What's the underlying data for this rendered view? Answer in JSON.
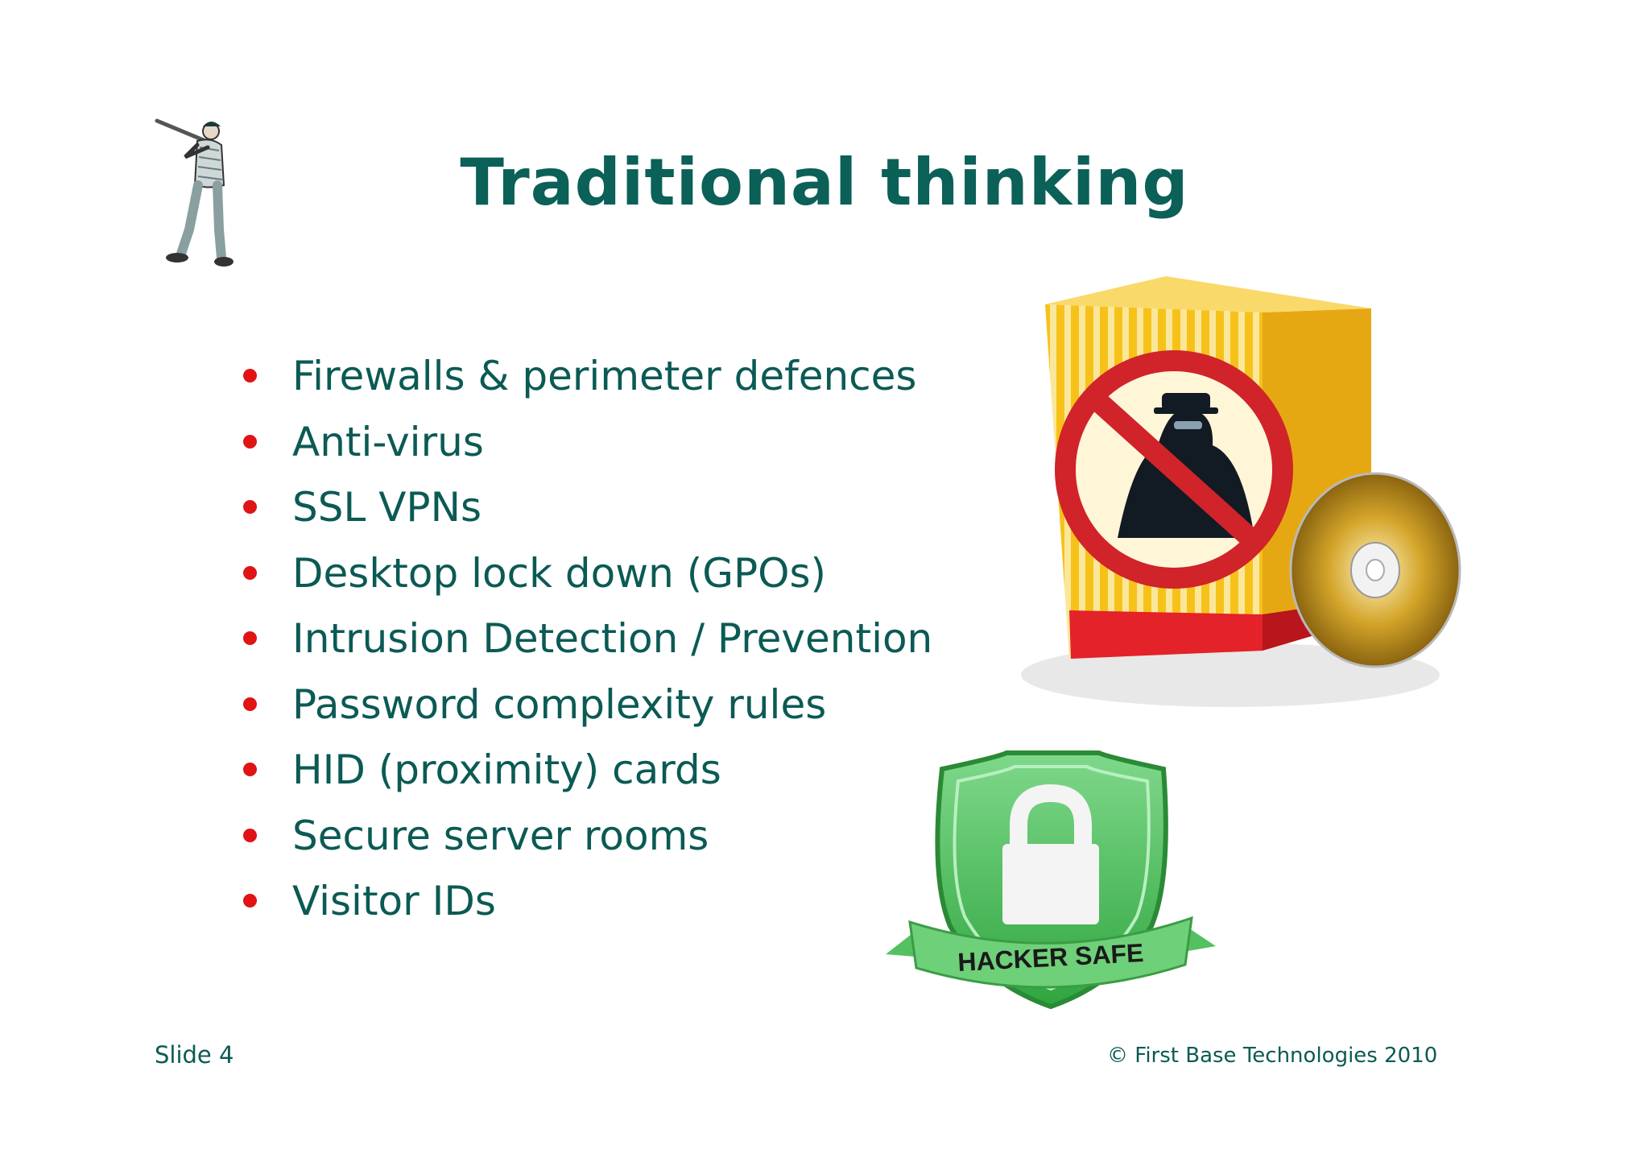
{
  "slide": {
    "title": "Traditional thinking",
    "bullets": [
      "Firewalls & perimeter defences",
      "Anti-virus",
      "SSL VPNs",
      "Desktop lock down (GPOs)",
      "Intrusion Detection / Prevention",
      "Password complexity rules",
      "HID (proximity) cards",
      "Secure server rooms",
      "Visitor IDs"
    ],
    "badge_text": "HACKER SAFE",
    "footer": {
      "slide_number": "Slide 4",
      "copyright": "© First Base Technologies 2010"
    }
  },
  "colors": {
    "title": "#0b6058",
    "text": "#0b5a54",
    "bullet": "#e01414",
    "badge_green": "#3cb54a"
  },
  "icons": [
    "baseball-player-icon",
    "antivirus-box-icon",
    "cd-disc-icon",
    "hacker-safe-badge-icon"
  ]
}
